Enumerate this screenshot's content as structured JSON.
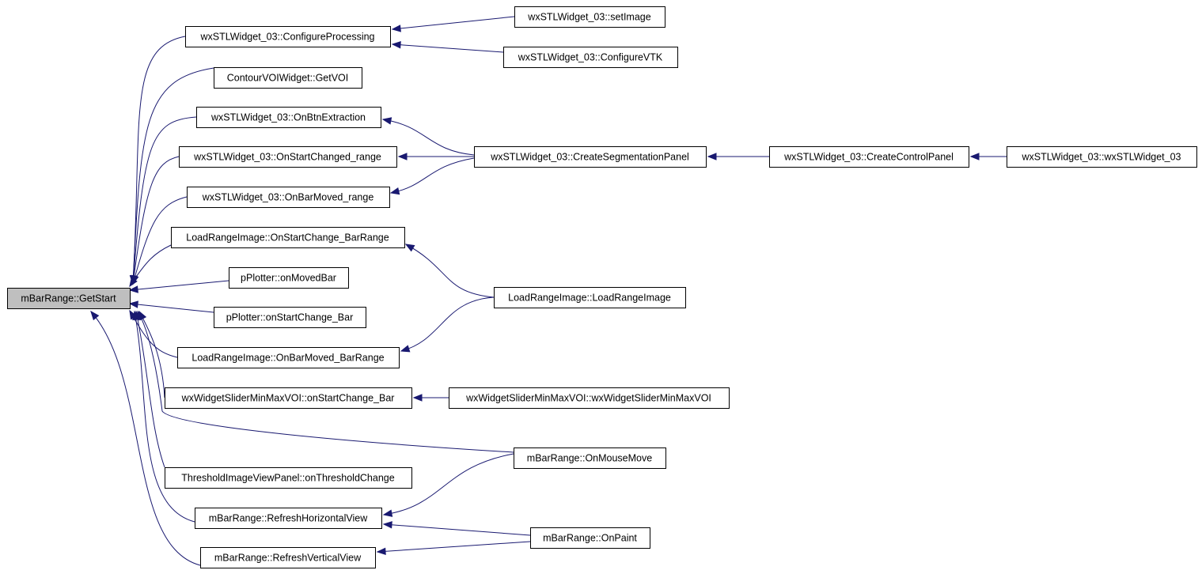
{
  "graph": {
    "nodes": [
      {
        "id": "getstart",
        "label": "mBarRange::GetStart",
        "root": true
      },
      {
        "id": "configproc",
        "label": "wxSTLWidget_03::ConfigureProcessing"
      },
      {
        "id": "contourget",
        "label": "ContourVOIWidget::GetVOI"
      },
      {
        "id": "onbtnext",
        "label": "wxSTLWidget_03::OnBtnExtraction"
      },
      {
        "id": "onstartrange",
        "label": "wxSTLWidget_03::OnStartChanged_range"
      },
      {
        "id": "onbarmovedrange",
        "label": "wxSTLWidget_03::OnBarMoved_range"
      },
      {
        "id": "lri_onstart",
        "label": "LoadRangeImage::OnStartChange_BarRange"
      },
      {
        "id": "pp_onmoved",
        "label": "pPlotter::onMovedBar"
      },
      {
        "id": "pp_onstart",
        "label": "pPlotter::onStartChange_Bar"
      },
      {
        "id": "lri_onbarmoved",
        "label": "LoadRangeImage::OnBarMoved_BarRange"
      },
      {
        "id": "wws_onstart",
        "label": "wxWidgetSliderMinMaxVOI::onStartChange_Bar"
      },
      {
        "id": "tivp",
        "label": "ThresholdImageViewPanel::onThresholdChange"
      },
      {
        "id": "refreshh",
        "label": "mBarRange::RefreshHorizontalView"
      },
      {
        "id": "refreshv",
        "label": "mBarRange::RefreshVerticalView"
      },
      {
        "id": "setimage",
        "label": "wxSTLWidget_03::setImage"
      },
      {
        "id": "configvtk",
        "label": "wxSTLWidget_03::ConfigureVTK"
      },
      {
        "id": "createseg",
        "label": "wxSTLWidget_03::CreateSegmentationPanel"
      },
      {
        "id": "lri_lri",
        "label": "LoadRangeImage::LoadRangeImage"
      },
      {
        "id": "wws_ctor",
        "label": "wxWidgetSliderMinMaxVOI::wxWidgetSliderMinMaxVOI"
      },
      {
        "id": "onmousemove",
        "label": "mBarRange::OnMouseMove"
      },
      {
        "id": "onpaint",
        "label": "mBarRange::OnPaint"
      },
      {
        "id": "createctrl",
        "label": "wxSTLWidget_03::CreateControlPanel"
      },
      {
        "id": "ctor",
        "label": "wxSTLWidget_03::wxSTLWidget_03"
      }
    ],
    "edges": [
      {
        "from": "configproc",
        "to": "getstart"
      },
      {
        "from": "contourget",
        "to": "getstart"
      },
      {
        "from": "onbtnext",
        "to": "getstart"
      },
      {
        "from": "onstartrange",
        "to": "getstart"
      },
      {
        "from": "onbarmovedrange",
        "to": "getstart"
      },
      {
        "from": "lri_onstart",
        "to": "getstart"
      },
      {
        "from": "pp_onmoved",
        "to": "getstart"
      },
      {
        "from": "pp_onstart",
        "to": "getstart"
      },
      {
        "from": "lri_onbarmoved",
        "to": "getstart"
      },
      {
        "from": "wws_onstart",
        "to": "getstart"
      },
      {
        "from": "onmousemove",
        "to": "getstart"
      },
      {
        "from": "tivp",
        "to": "getstart"
      },
      {
        "from": "refreshh",
        "to": "getstart"
      },
      {
        "from": "refreshv",
        "to": "getstart"
      },
      {
        "from": "setimage",
        "to": "configproc"
      },
      {
        "from": "configvtk",
        "to": "configproc"
      },
      {
        "from": "createseg",
        "to": "onbtnext"
      },
      {
        "from": "createseg",
        "to": "onstartrange"
      },
      {
        "from": "createseg",
        "to": "onbarmovedrange"
      },
      {
        "from": "lri_lri",
        "to": "lri_onstart"
      },
      {
        "from": "lri_lri",
        "to": "lri_onbarmoved"
      },
      {
        "from": "wws_ctor",
        "to": "wws_onstart"
      },
      {
        "from": "onmousemove",
        "to": "refreshh"
      },
      {
        "from": "onpaint",
        "to": "refreshh"
      },
      {
        "from": "onpaint",
        "to": "refreshv"
      },
      {
        "from": "createctrl",
        "to": "createseg"
      },
      {
        "from": "ctor",
        "to": "createctrl"
      }
    ]
  }
}
